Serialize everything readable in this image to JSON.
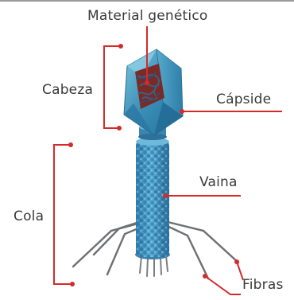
{
  "labels": {
    "material_genetico": "Material genético",
    "cabeza": "Cabeza",
    "capside": "Cápside",
    "vaina": "Vaina",
    "cola": "Cola",
    "fibras": "Fibras"
  },
  "colors": {
    "accent_line": "#d52a2a",
    "top_rule": "#9a9a9a",
    "label_text": "#3a3a3a",
    "capsid": "#4aa3c4",
    "sheath": "#3d8fbe",
    "fibers": "#6d6f73",
    "genetic_material": "#8a2d2a"
  }
}
